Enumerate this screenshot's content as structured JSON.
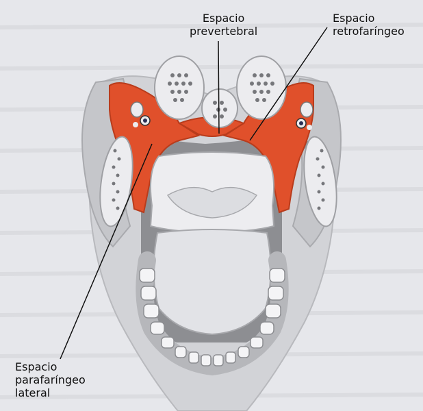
{
  "labels": {
    "prevertebral": [
      "Espacio",
      "prevertebral"
    ],
    "retrofaringeo": [
      "Espacio",
      "retrofaríngeo"
    ],
    "parafaringeo_lateral": [
      "Espacio",
      "parafaríngeo",
      "lateral"
    ]
  },
  "colors": {
    "highlight_orange": "#e0502b",
    "tissue_gray": "#c8c9cd",
    "dark_gray": "#8d8e92",
    "bone_light": "#ededf0",
    "background": "#e6e7eb"
  }
}
